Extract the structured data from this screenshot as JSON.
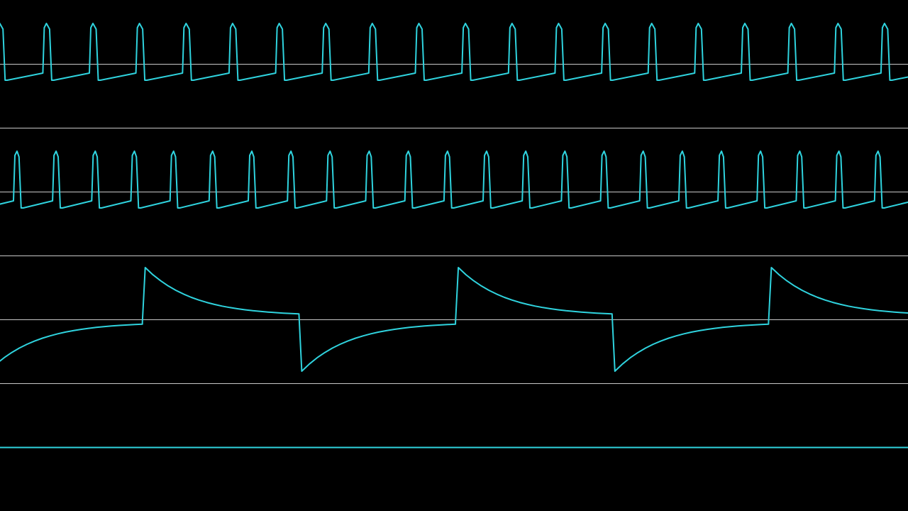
{
  "colors": {
    "background": "#000000",
    "trace": "#2fd3de",
    "gridline": "#c8c8c8"
  },
  "channels": [
    {
      "waveform": "pulse",
      "cycles": 19.5,
      "phase": 0.05,
      "duty": 0.16
    },
    {
      "waveform": "pulse",
      "cycles": 23.2,
      "phase": 0.62,
      "duty": 0.16
    },
    {
      "waveform": "exponential-square",
      "cycles": 2.9,
      "phase": 0.5,
      "duty": 0.5
    },
    {
      "waveform": "flat",
      "cycles": 0,
      "phase": 0,
      "duty": 0
    }
  ]
}
